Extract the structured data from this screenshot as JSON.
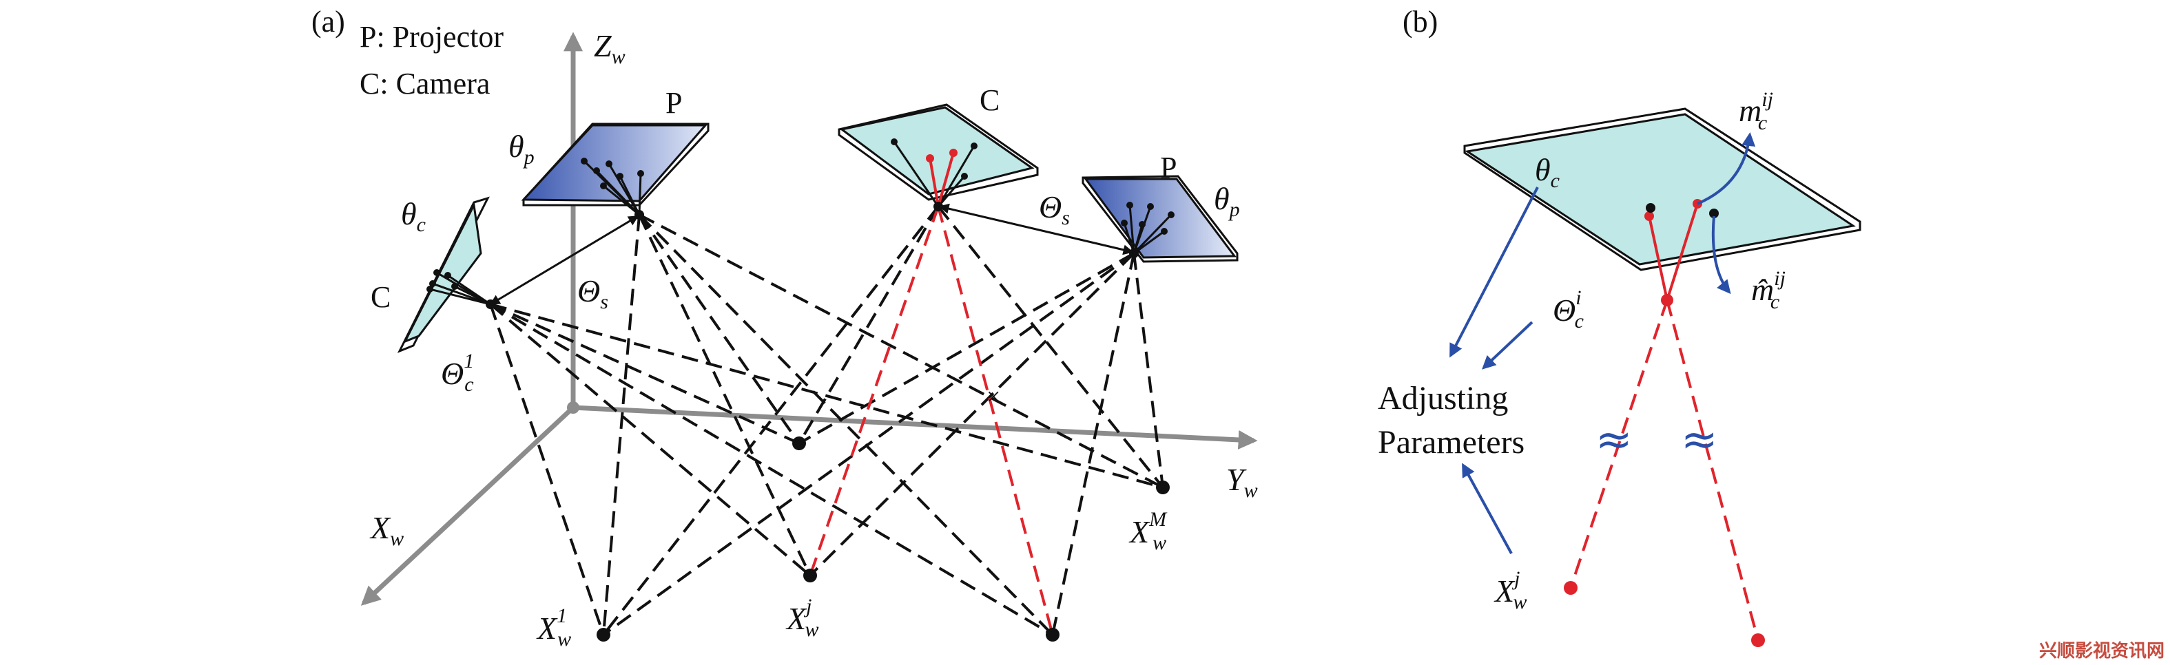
{
  "panel_a": {
    "label": "(a)",
    "legend": [
      "P: Projector",
      "C: Camera"
    ],
    "axes": {
      "z": "Z",
      "z_sub": "w",
      "y": "Y",
      "y_sub": "w",
      "x": "X",
      "x_sub": "w"
    },
    "device_labels": {
      "proj_left": "P",
      "cam_top": "C",
      "proj_right": "P",
      "cam_left": "C"
    },
    "params": {
      "theta_p_left": "θ",
      "theta_p_left_sub": "p",
      "theta_c": "θ",
      "theta_c_sub": "c",
      "theta_s_left": "Θ",
      "theta_s_left_sub": "s",
      "theta_s_right": "Θ",
      "theta_s_right_sub": "s",
      "theta_p_right": "θ",
      "theta_p_right_sub": "p",
      "theta_c1": "Θ",
      "theta_c1_sub": "c",
      "theta_c1_sup": "1"
    },
    "points": {
      "x1": "X",
      "x1_sub": "w",
      "x1_sup": "1",
      "xj": "X",
      "xj_sub": "w",
      "xj_sup": "j",
      "xm": "X",
      "xm_sub": "w",
      "xm_sup": "M"
    }
  },
  "panel_b": {
    "label": "(b)",
    "theta_c": "θ",
    "theta_c_sub": "c",
    "m": "m",
    "m_sub": "c",
    "m_sup": "ij",
    "m_hat": "m̂",
    "m_hat_sub": "c",
    "m_hat_sup": "ij",
    "theta_ci": "Θ",
    "theta_ci_sub": "c",
    "theta_ci_sup": "i",
    "adjusting_line1": "Adjusting",
    "adjusting_line2": "Parameters",
    "xj": "X",
    "xj_sub": "w",
    "xj_sup": "j",
    "break_symbol": "≈"
  },
  "watermark": "兴顺影视资讯网",
  "colors": {
    "ray_red": "#e0242c",
    "arrow_blue": "#2a4fa8",
    "camera_fill": "#bfe8e6",
    "projector_fill": "#4f6fc0",
    "axis_gray": "#8c8c8c"
  }
}
